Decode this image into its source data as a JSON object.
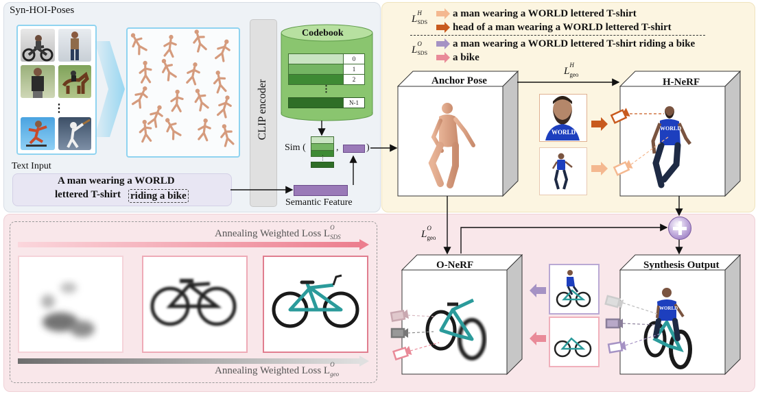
{
  "panels": {
    "syn_title": "Syn-HOI-Poses",
    "text_input_title": "Text Input",
    "prompt_line1": "A man wearing a WORLD",
    "prompt_line2_a": "lettered T-shirt",
    "prompt_line2_b": "riding a bike",
    "clip_encoder": "CLIP encoder",
    "codebook_title": "Codebook",
    "codebook_rows": [
      "0",
      "1",
      "2",
      "N-1"
    ],
    "ellipsis": "⋮",
    "sim_label": "Sim (",
    "sim_comma": ",",
    "sim_close": ")",
    "semantic_feature": "Semantic Feature"
  },
  "losses": {
    "h_sds_label": "L",
    "h_sds_sup": "H",
    "h_sds_sub": "SDS",
    "h_prompt_1": "a man wearing a WORLD lettered T-shirt",
    "h_prompt_2": "head of a man wearing a WORLD lettered T-shirt",
    "o_sds_label": "L",
    "o_sds_sup": "O",
    "o_sds_sub": "SDS",
    "o_prompt_1": "a man wearing a WORLD lettered T-shirt riding a bike",
    "o_prompt_2": "a bike",
    "h_geo_label": "L",
    "h_geo_sup": "H",
    "h_geo_sub": "geo",
    "o_geo_label": "L",
    "o_geo_sup": "O",
    "o_geo_sub": "geo"
  },
  "boxes": {
    "anchor_pose": "Anchor Pose",
    "h_nerf": "H-NeRF",
    "o_nerf": "O-NeRF",
    "synthesis_output": "Synthesis Output",
    "shirt_text": "WORLD"
  },
  "annealing": {
    "sds_label": "Annealing Weighted Loss L",
    "sds_sup": "O",
    "sds_sub": "SDS",
    "geo_label": "Annealing Weighted Loss L",
    "geo_sup": "O",
    "geo_sub": "geo"
  },
  "colors": {
    "top_left_bg": "#eef2f6",
    "top_right_bg": "#fcf5e1",
    "bottom_bg": "#f9e7ea",
    "codebook_green": "#3e8a34",
    "codebook_light": "#c9e4c2",
    "semantic_purple": "#9a7ab8",
    "orange_dark": "#c85a1e",
    "orange_light": "#f4b890",
    "purple_arrow": "#a592c4",
    "pink_arrow": "#e98a98",
    "bike_teal": "#2b9b9b",
    "shirt_blue": "#1d3fbe"
  }
}
